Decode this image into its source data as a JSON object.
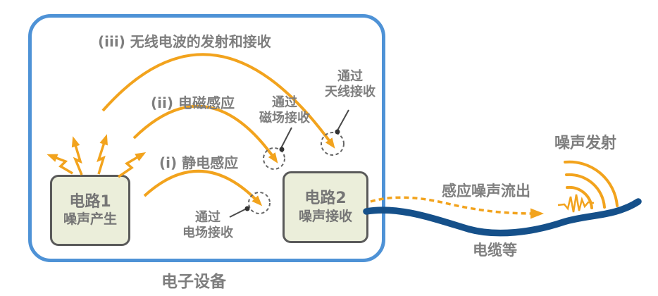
{
  "device": {
    "label": "电子设备",
    "circuit1": {
      "title": "电路1",
      "subtitle": "噪声产生"
    },
    "circuit2": {
      "title": "电路2",
      "subtitle": "噪声接收"
    }
  },
  "coupling_paths": {
    "electrostatic": {
      "label": "(i) 静电感应",
      "receiver": "通过\n电场接收"
    },
    "electromagnetic": {
      "label": "(ii) 电磁感应",
      "receiver": "通过\n磁场接收"
    },
    "radio": {
      "label": "(iii) 无线电波的发射和接收",
      "receiver": "通过\n天线接收"
    }
  },
  "cable_section": {
    "outflow_label": "感应噪声流出",
    "cable_label": "电缆等",
    "emission_label": "噪声发射"
  },
  "icons": {
    "lightning_bolts": "lightning-bolt-icon",
    "noise_waveform": "noise-waveform-icon",
    "emission_waves": "radiated-waves-icon",
    "dashed_targets": "receive-point-icon"
  },
  "colors": {
    "orange": "#F2A31D",
    "device_border": "#4E92D6",
    "cable_navy": "#15508A",
    "text_gray": "#7E7E7E",
    "box_fill": "#EBEEDA",
    "box_border": "#5A5A5A"
  }
}
